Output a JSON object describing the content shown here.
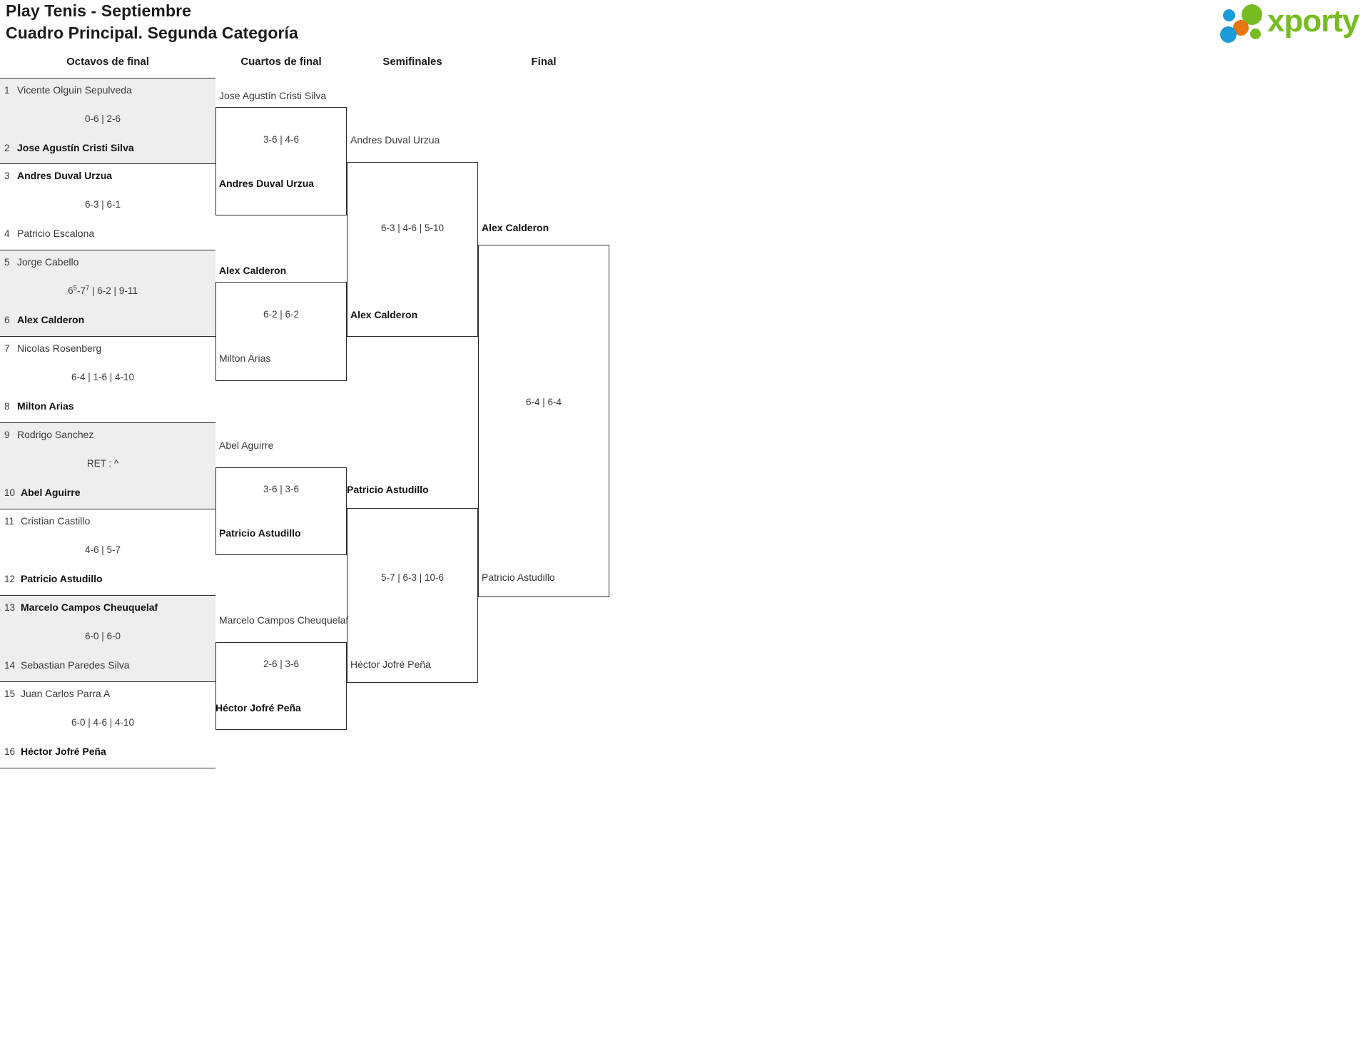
{
  "header": {
    "title_line1": "Play Tenis - Septiembre",
    "title_line2": "Cuadro Principal. Segunda Categoría",
    "logo_text": "xporty",
    "logo_colors": {
      "green": "#76bc21",
      "blue": "#1b9bd8",
      "orange": "#e8760d"
    }
  },
  "rounds": [
    {
      "label": "Octavos de final"
    },
    {
      "label": "Cuartos de final"
    },
    {
      "label": "Semifinales"
    },
    {
      "label": "Final"
    }
  ],
  "round1": {
    "matches": [
      {
        "top": {
          "seed": "1",
          "name": "Vicente Olguin Sepulveda",
          "winner": false
        },
        "bottom": {
          "seed": "2",
          "name": "Jose Agustín Cristi Silva",
          "winner": true
        },
        "score": "0-6 | 2-6"
      },
      {
        "top": {
          "seed": "3",
          "name": "Andres Duval Urzua",
          "winner": true
        },
        "bottom": {
          "seed": "4",
          "name": "Patricio Escalona",
          "winner": false
        },
        "score": "6-3 | 6-1"
      },
      {
        "top": {
          "seed": "5",
          "name": "Jorge Cabello",
          "winner": false
        },
        "bottom": {
          "seed": "6",
          "name": "Alex Calderon",
          "winner": true
        },
        "score": "6⁵-7⁷ | 6-2 | 9-11",
        "score_html": true
      },
      {
        "top": {
          "seed": "7",
          "name": "Nicolas Rosenberg",
          "winner": false
        },
        "bottom": {
          "seed": "8",
          "name": "Milton Arias",
          "winner": true
        },
        "score": "6-4 | 1-6 | 4-10"
      },
      {
        "top": {
          "seed": "9",
          "name": "Rodrigo Sanchez",
          "winner": false
        },
        "bottom": {
          "seed": "10",
          "name": "Abel Aguirre",
          "winner": true
        },
        "score": "RET : ^"
      },
      {
        "top": {
          "seed": "11",
          "name": "Cristian Castillo",
          "winner": false
        },
        "bottom": {
          "seed": "12",
          "name": "Patricio Astudillo",
          "winner": true
        },
        "score": "4-6 | 5-7"
      },
      {
        "top": {
          "seed": "13",
          "name": "Marcelo Campos Cheuquelaf",
          "winner": true
        },
        "bottom": {
          "seed": "14",
          "name": "Sebastian Paredes Silva",
          "winner": false
        },
        "score": "6-0 | 6-0"
      },
      {
        "top": {
          "seed": "15",
          "name": "Juan Carlos Parra A",
          "winner": false
        },
        "bottom": {
          "seed": "16",
          "name": "Héctor Jofré Peña",
          "winner": true
        },
        "score": "6-0 | 4-6 | 4-10"
      }
    ]
  },
  "round2": {
    "matches": [
      {
        "top": {
          "name": "Jose Agustín Cristi Silva",
          "winner": false
        },
        "bottom": {
          "name": "Andres Duval Urzua",
          "winner": true
        },
        "score": "3-6 | 4-6"
      },
      {
        "top": {
          "name": "Alex Calderon",
          "winner": true
        },
        "bottom": {
          "name": "Milton Arias",
          "winner": false
        },
        "score": "6-2 | 6-2"
      },
      {
        "top": {
          "name": "Abel Aguirre",
          "winner": false
        },
        "bottom": {
          "name": "Patricio Astudillo",
          "winner": true
        },
        "score": "3-6 | 3-6"
      },
      {
        "top": {
          "name": "Marcelo Campos Cheuquelaf",
          "winner": false
        },
        "bottom": {
          "name": "Héctor Jofré Peña",
          "winner": true
        },
        "score": "2-6 | 3-6"
      }
    ]
  },
  "round3": {
    "matches": [
      {
        "top": {
          "name": "Andres Duval Urzua",
          "winner": false
        },
        "bottom": {
          "name": "Alex Calderon",
          "winner": true
        },
        "score": "6-3 | 4-6 | 5-10"
      },
      {
        "top": {
          "name": "Patricio Astudillo",
          "winner": true
        },
        "bottom": {
          "name": "Héctor Jofré Peña",
          "winner": false
        },
        "score": "5-7 | 6-3 | 10-6"
      }
    ]
  },
  "round4": {
    "matches": [
      {
        "top": {
          "name": "Alex Calderon",
          "winner": true
        },
        "bottom": {
          "name": "Patricio Astudillo",
          "winner": false
        },
        "score": "6-4 | 6-4"
      }
    ]
  }
}
